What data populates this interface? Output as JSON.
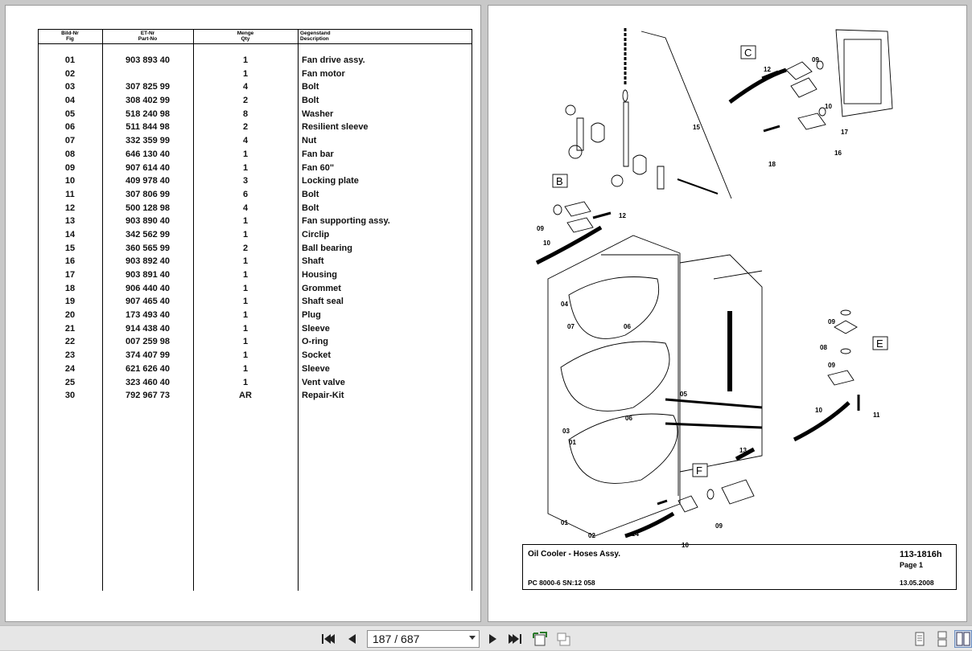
{
  "table": {
    "headers": [
      {
        "de": "Bild-Nr",
        "en": "Fig"
      },
      {
        "de": "ET-Nr",
        "en": "Part-No"
      },
      {
        "de": "Menge",
        "en": "Qty"
      },
      {
        "de": "Gegenstand",
        "en": "Description"
      }
    ],
    "rows": [
      {
        "fig": "01",
        "part": "903 893 40",
        "qty": "1",
        "desc": "Fan drive assy."
      },
      {
        "fig": "02",
        "part": "",
        "qty": "1",
        "desc": "Fan motor"
      },
      {
        "fig": "03",
        "part": "307 825 99",
        "qty": "4",
        "desc": "Bolt"
      },
      {
        "fig": "04",
        "part": "308 402 99",
        "qty": "2",
        "desc": "Bolt"
      },
      {
        "fig": "05",
        "part": "518 240 98",
        "qty": "8",
        "desc": "Washer"
      },
      {
        "fig": "06",
        "part": "511 844 98",
        "qty": "2",
        "desc": "Resilient sleeve"
      },
      {
        "fig": "07",
        "part": "332 359 99",
        "qty": "4",
        "desc": "Nut"
      },
      {
        "fig": "08",
        "part": "646 130 40",
        "qty": "1",
        "desc": "Fan bar"
      },
      {
        "fig": "09",
        "part": "907 614 40",
        "qty": "1",
        "desc": "Fan 60\""
      },
      {
        "fig": "10",
        "part": "409 978 40",
        "qty": "3",
        "desc": "Locking plate"
      },
      {
        "fig": "11",
        "part": "307 806 99",
        "qty": "6",
        "desc": "Bolt"
      },
      {
        "fig": "12",
        "part": "500 128 98",
        "qty": "4",
        "desc": "Bolt"
      },
      {
        "fig": "13",
        "part": "903 890 40",
        "qty": "1",
        "desc": "Fan supporting assy."
      },
      {
        "fig": "14",
        "part": "342 562 99",
        "qty": "1",
        "desc": "Circlip"
      },
      {
        "fig": "15",
        "part": "360 565 99",
        "qty": "2",
        "desc": "Ball bearing"
      },
      {
        "fig": "16",
        "part": "903 892 40",
        "qty": "1",
        "desc": "Shaft"
      },
      {
        "fig": "17",
        "part": "903 891 40",
        "qty": "1",
        "desc": "Housing"
      },
      {
        "fig": "18",
        "part": "906 440 40",
        "qty": "1",
        "desc": "Grommet"
      },
      {
        "fig": "19",
        "part": "907 465 40",
        "qty": "1",
        "desc": "Shaft seal"
      },
      {
        "fig": "20",
        "part": "173 493 40",
        "qty": "1",
        "desc": "Plug"
      },
      {
        "fig": "21",
        "part": "914 438 40",
        "qty": "1",
        "desc": "Sleeve"
      },
      {
        "fig": "22",
        "part": "007 259 98",
        "qty": "1",
        "desc": "O-ring"
      },
      {
        "fig": "23",
        "part": "374 407 99",
        "qty": "1",
        "desc": "Socket"
      },
      {
        "fig": "24",
        "part": "621 626 40",
        "qty": "1",
        "desc": "Sleeve"
      },
      {
        "fig": "25",
        "part": "323 460 40",
        "qty": "1",
        "desc": "Vent valve"
      },
      {
        "fig": "30",
        "part": "792 967 73",
        "qty": "AR",
        "desc": "Repair-Kit"
      }
    ]
  },
  "titleblock": {
    "title": "Oil Cooler - Hoses Assy.",
    "doc_no": "113-1816h",
    "page": "Page 1",
    "model": "PC 8000-6 SN:12 058",
    "date": "13.05.2008"
  },
  "drawing": {
    "callouts": [
      "15",
      "12",
      "09",
      "10",
      "17",
      "16",
      "18",
      "12",
      "09",
      "10",
      "04",
      "07",
      "06",
      "05",
      "03",
      "01",
      "06",
      "09",
      "08",
      "09",
      "10",
      "11",
      "13",
      "14",
      "10",
      "09",
      "01",
      "02"
    ],
    "view_letters": {
      "C": "C",
      "B": "B",
      "E": "E",
      "F": "F"
    }
  },
  "viewer": {
    "page_display": "187 / 687",
    "icons": [
      "first-page-icon",
      "prev-page-icon",
      "next-page-icon",
      "last-page-icon",
      "fit-page-icon",
      "fit-width-icon",
      "single-page-icon",
      "continuous-icon",
      "facing-pages-icon"
    ]
  }
}
